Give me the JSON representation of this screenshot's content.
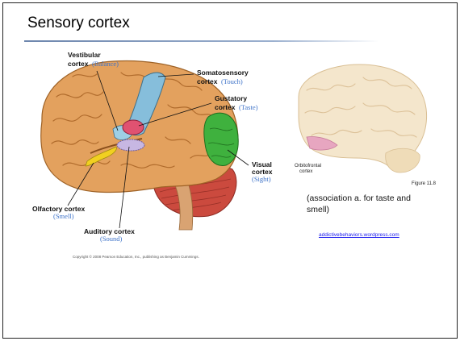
{
  "slide": {
    "title": "Sensory cortex",
    "association_note": "(association a. for taste and smell)",
    "source_link": "addictivebehaviors.wordpress.com"
  },
  "left_figure": {
    "labels": {
      "vestibular": {
        "name": "Vestibular",
        "name2": "cortex",
        "sub": "(Balance)"
      },
      "somatosensory": {
        "name": "Somatosensory",
        "name2": "cortex",
        "sub": "(Touch)"
      },
      "gustatory": {
        "name": "Gustatory",
        "name2": "cortex",
        "sub": "(Taste)"
      },
      "visual": {
        "name": "Visual",
        "name2": "cortex",
        "sub": "(Sight)"
      },
      "olfactory": {
        "name": "Olfactory cortex",
        "sub": "(Smell)"
      },
      "auditory": {
        "name": "Auditory cortex",
        "sub": "(Sound)"
      }
    },
    "copyright": "Copyright © 2008 Pearson Education, Inc., publishing as Benjamin Cummings.",
    "colors": {
      "brain": "#e3a15e",
      "somatosensory": "#86bedb",
      "gustatory": "#e05271",
      "visual": "#3fb13e",
      "auditory": "#c7b7e3",
      "olfactory": "#f1d020",
      "cerebellum": "#cb4a3e",
      "label_blue": "#3d72c8"
    }
  },
  "right_figure": {
    "orbitofrontal_label1": "Orbitofrontal",
    "orbitofrontal_label2": "cortex",
    "figure_label": "Figure 11.8"
  }
}
